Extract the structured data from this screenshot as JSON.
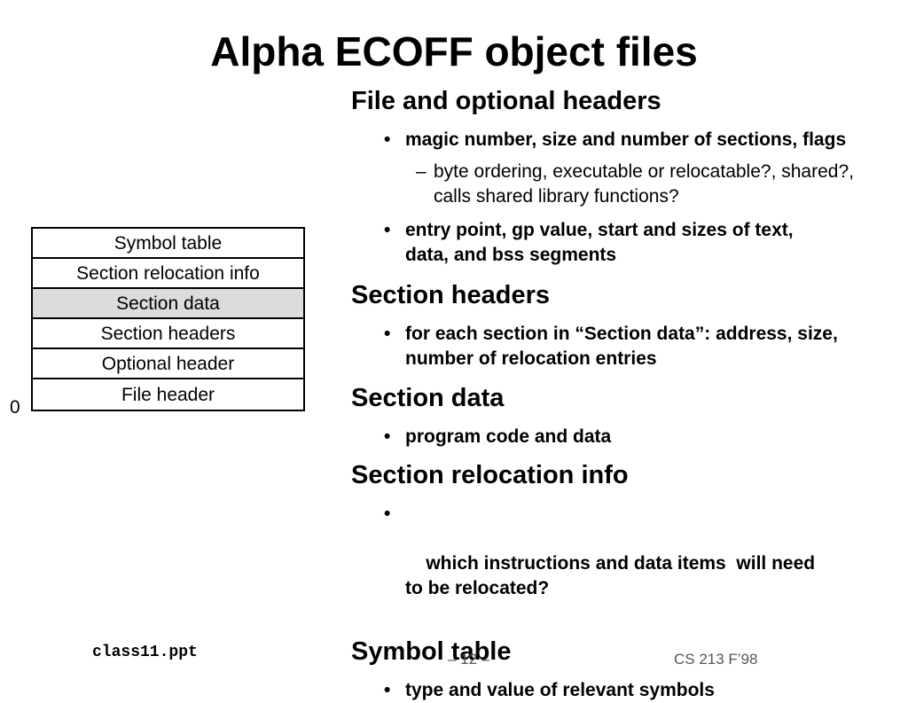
{
  "title": "Alpha ECOFF object files",
  "diagram": {
    "blocks": [
      {
        "label": "Symbol table"
      },
      {
        "label": "Section relocation info"
      },
      {
        "label": "Section data"
      },
      {
        "label": "Section headers"
      },
      {
        "label": "Optional header"
      },
      {
        "label": "File header"
      }
    ],
    "highlight_color": "#dcdcdc",
    "origin_label": "0"
  },
  "sections": [
    {
      "heading": "File and optional headers",
      "bullets": [
        "magic number, size and number of sections, flags",
        "entry point, gp value, start and sizes of text, data, and bss segments"
      ],
      "sub_bullet": "byte ordering, executable or relocatable?, shared?, calls shared library functions?"
    },
    {
      "heading": "Section headers",
      "bullets": [
        "for each section in “Section data”: address, size, number of relocation entries"
      ]
    },
    {
      "heading": "Section data",
      "bullets": [
        "program code and data"
      ]
    },
    {
      "heading": "Section relocation info",
      "bullets": [
        "which instructions and data items  will need to be relocated?"
      ]
    },
    {
      "heading": "Symbol table",
      "bullets": [
        "type and value of relevant symbols"
      ]
    }
  ],
  "footer": {
    "filename": "class11.ppt",
    "page": "– 12 –",
    "course": "CS 213 F’98"
  }
}
